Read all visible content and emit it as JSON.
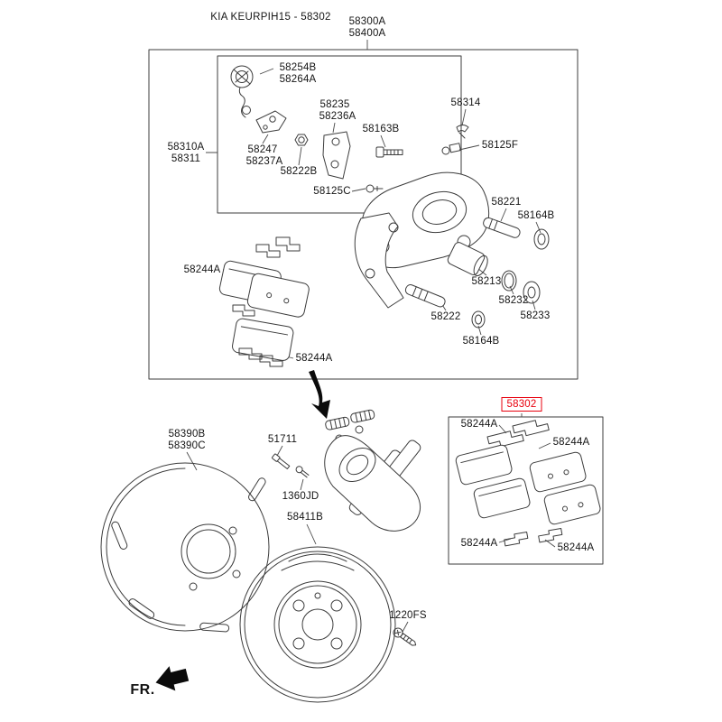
{
  "title": "KIA KEURPIH15 - 58302",
  "colors": {
    "highlight": "#e8000d",
    "line": "#3c3c3c",
    "text": "#141414"
  },
  "labels": {
    "assembly_a": "58300A",
    "assembly_b": "58400A",
    "cap_a": "58254B",
    "cap_b": "58264A",
    "bracket_a": "58235",
    "bracket_b": "58236A",
    "clip": "58314",
    "bolt_guide": "58163B",
    "fitting": "58125F",
    "splash_a": "58310A",
    "splash_b": "58311",
    "strap_a": "58247",
    "strap_b": "58237A",
    "nut": "58222B",
    "bolt_banjo": "58125C",
    "rod_upper": "58221",
    "boot_upper": "58164B",
    "pads_left": "58244A",
    "piston": "58213",
    "seal": "58232",
    "boot_piston": "58233",
    "rod_lower": "58222",
    "boot_lower": "58164B",
    "pads_lower": "58244A",
    "shield_a": "58390B",
    "shield_b": "58390C",
    "bolt_51711": "51711",
    "kit": "58302",
    "kit_tl": "58244A",
    "kit_tr": "58244A",
    "kit_bl": "58244A",
    "kit_br": "58244A",
    "bolt_1360JD": "1360JD",
    "disc": "58411B",
    "screw_1220FS": "1220FS",
    "fr": "FR."
  }
}
